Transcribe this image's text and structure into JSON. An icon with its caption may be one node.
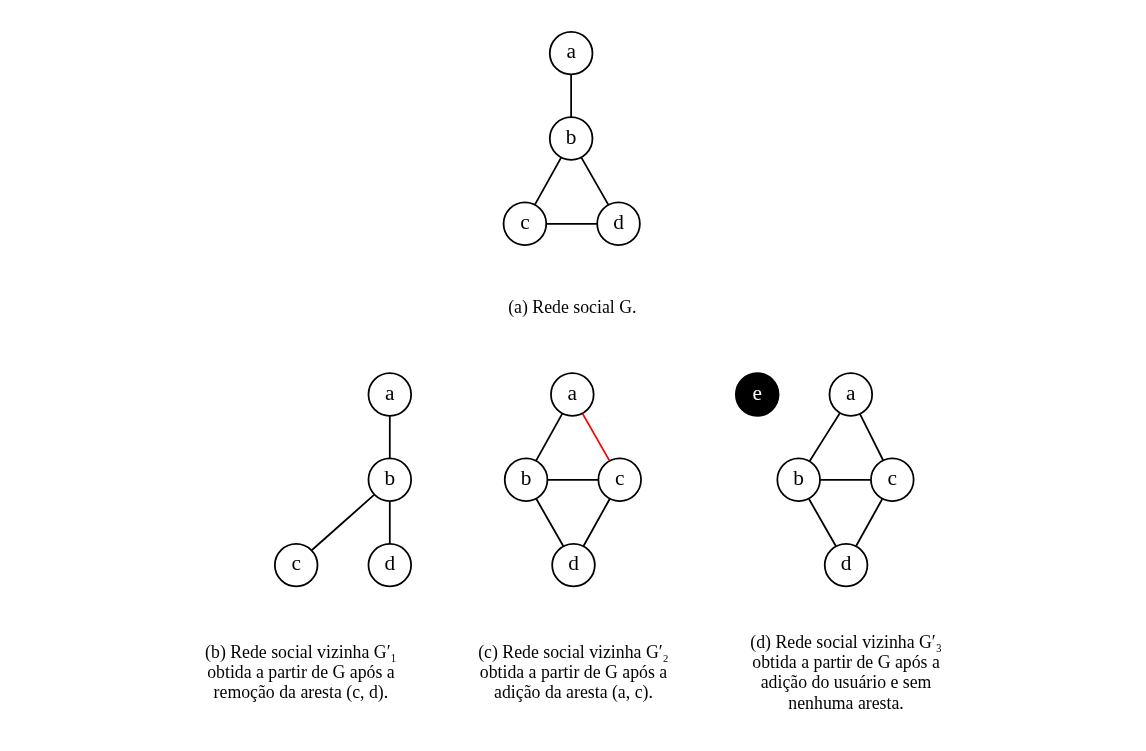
{
  "diagram": {
    "nodes": [
      {
        "text": [
          "a"
        ]
      },
      {
        "text": [
          "b"
        ]
      },
      {
        "text": [
          "c"
        ]
      },
      {
        "text": [
          "d"
        ]
      },
      {
        "text": [
          "a"
        ]
      },
      {
        "text": [
          "b"
        ]
      },
      {
        "text": [
          "c"
        ]
      },
      {
        "text": [
          "d"
        ]
      },
      {
        "text": [
          "a"
        ]
      },
      {
        "text": [
          "b"
        ]
      },
      {
        "text": [
          "c"
        ]
      },
      {
        "text": [
          "d"
        ]
      },
      {
        "text": [
          "a"
        ]
      },
      {
        "text": [
          "e"
        ]
      },
      {
        "text": [
          "b"
        ]
      },
      {
        "text": [
          "c"
        ]
      },
      {
        "text": [
          "d"
        ]
      }
    ],
    "edges": [
      {
        "from": 0,
        "to": 1,
        "arrow": "none"
      },
      {
        "from": 1,
        "to": 2,
        "arrow": "none"
      },
      {
        "from": 1,
        "to": 3,
        "arrow": "none"
      },
      {
        "from": 2,
        "to": 3,
        "arrow": "none"
      },
      {
        "from": 4,
        "to": 5,
        "arrow": "none"
      },
      {
        "from": 5,
        "to": 6,
        "arrow": "none"
      },
      {
        "from": 5,
        "to": 7,
        "arrow": "none"
      },
      {
        "from": 8,
        "to": 9,
        "arrow": "none"
      },
      {
        "from": 8,
        "to": 10,
        "arrow": "none",
        "color": "#ff0000"
      },
      {
        "from": 9,
        "to": 10,
        "arrow": "none"
      },
      {
        "from": 9,
        "to": 11,
        "arrow": "none"
      },
      {
        "from": 10,
        "to": 11,
        "arrow": "none"
      },
      {
        "from": 12,
        "to": 14,
        "arrow": "none"
      },
      {
        "from": 12,
        "to": 15,
        "arrow": "none"
      },
      {
        "from": 14,
        "to": 15,
        "arrow": "none"
      },
      {
        "from": 14,
        "to": 16,
        "arrow": "none"
      },
      {
        "from": 15,
        "to": 16,
        "arrow": "none"
      }
    ],
    "labels": [
      "(a) Rede social G.",
      "(b) Rede social vizinha G′₁ obtida a partir de G após a remoção da aresta (c, d).",
      "(c) Rede social vizinha G′₂ obtida a partir de G após a adição da aresta (a, c).",
      "(d) Rede social vizinha G′₃ obtida a partir de G após a adição do usuário e sem nenhuma aresta."
    ]
  }
}
